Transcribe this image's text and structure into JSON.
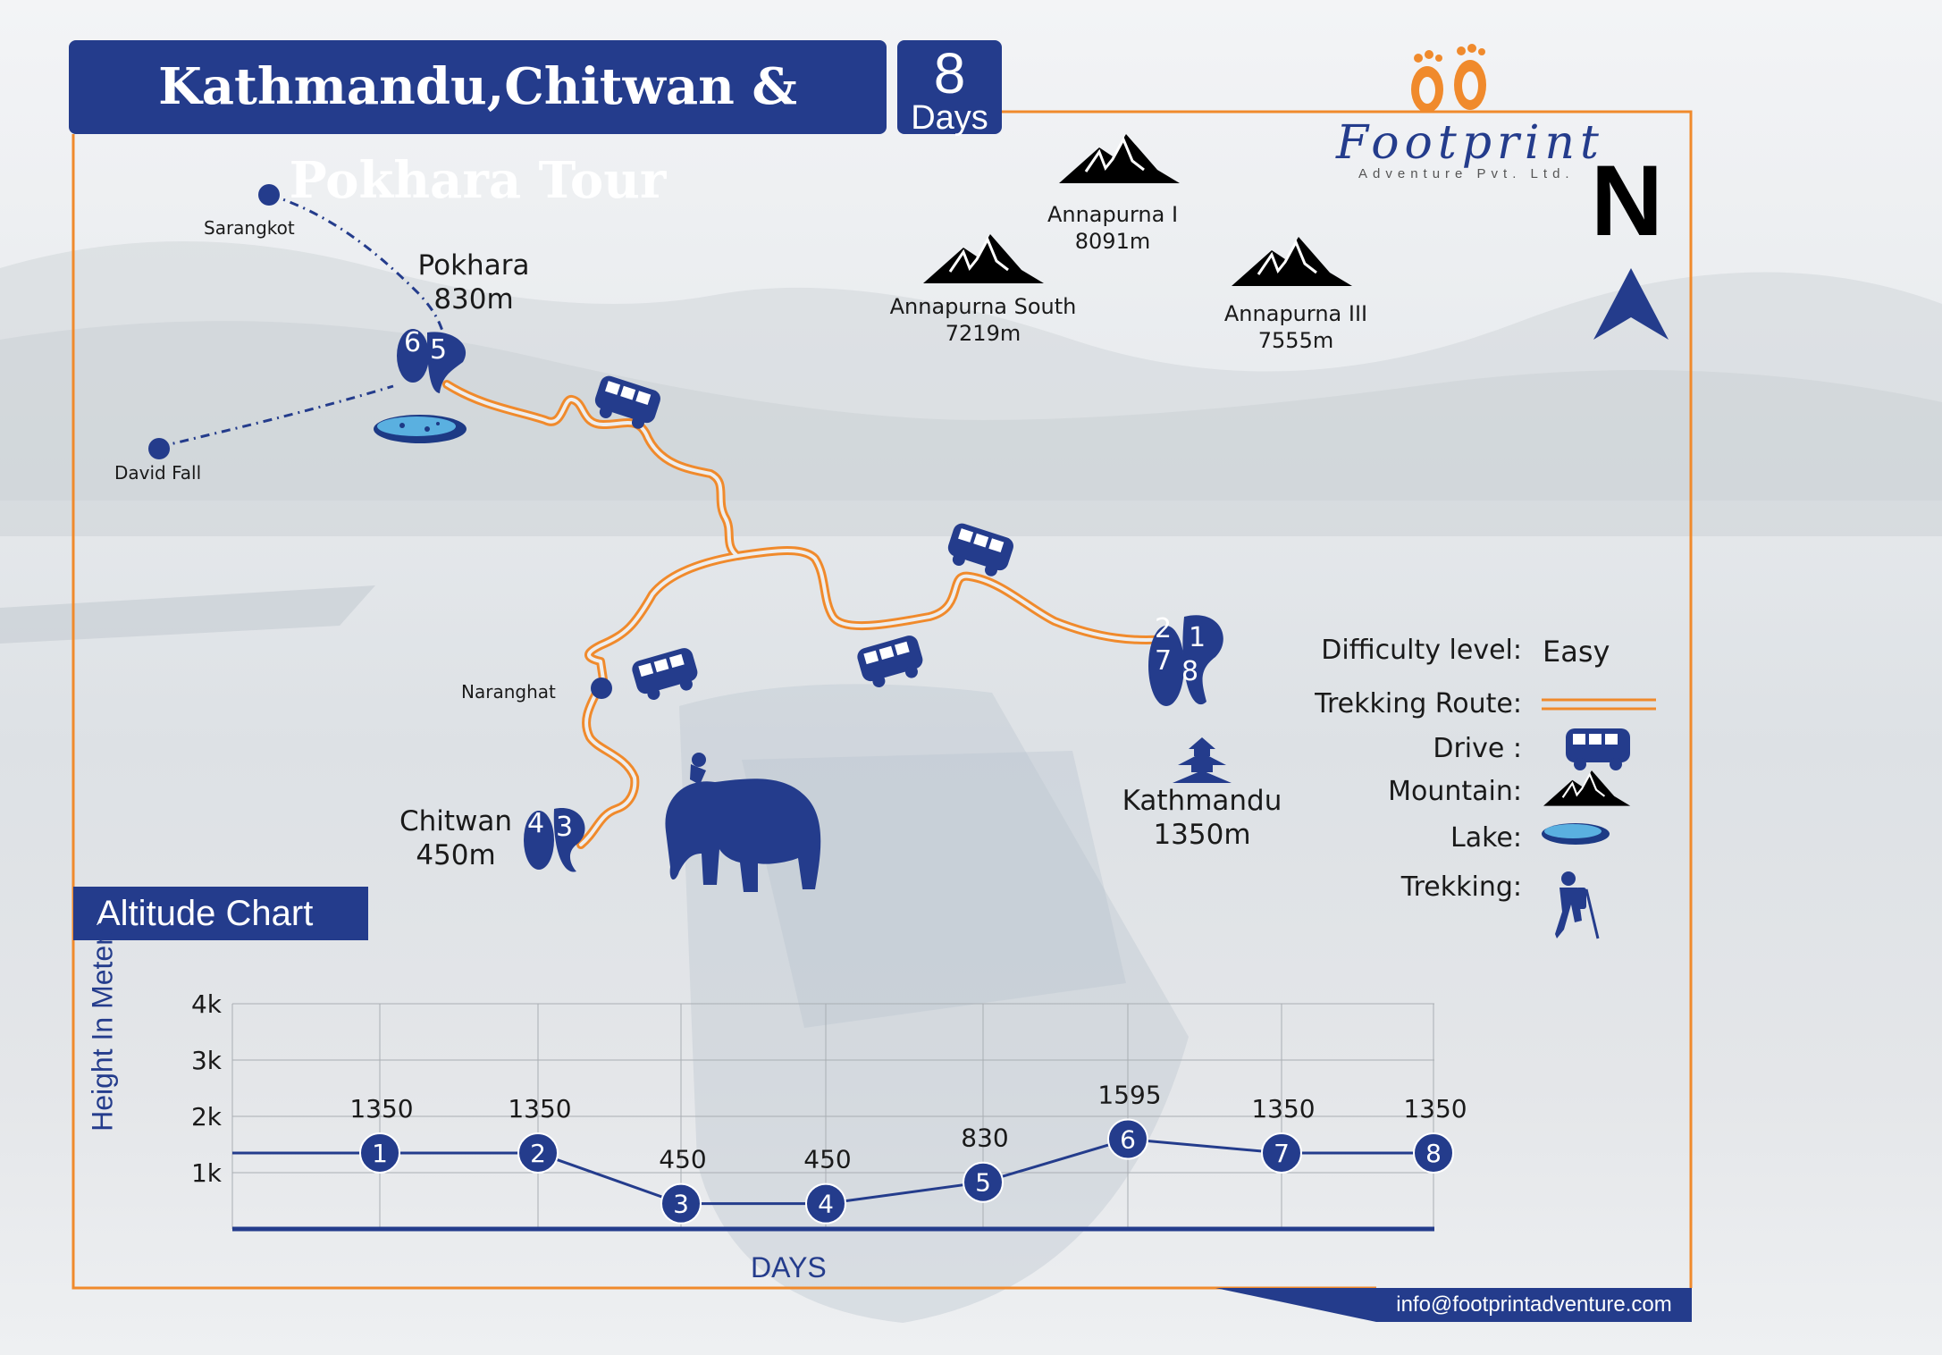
{
  "title": "Kathmandu,Chitwan & Pokhara Tour",
  "duration": {
    "number": "8",
    "unit": "Days"
  },
  "brand": {
    "name": "Footprint",
    "subtitle": "Adventure Pvt. Ltd."
  },
  "north_label": "N",
  "places": {
    "sarangkot": "Sarangkot",
    "david_fall": "David Fall",
    "pokhara": {
      "name": "Pokhara",
      "altitude": "830m"
    },
    "naranghat": "Naranghat",
    "chitwan": {
      "name": "Chitwan",
      "altitude": "450m"
    },
    "kathmandu": {
      "name": "Kathmandu",
      "altitude": "1350m"
    }
  },
  "mountains": [
    {
      "name": "Annapurna I",
      "altitude": "8091m"
    },
    {
      "name": "Annapurna South",
      "altitude": "7219m"
    },
    {
      "name": "Annapurna III",
      "altitude": "7555m"
    }
  ],
  "stop_days": {
    "pokhara": [
      "6",
      "5"
    ],
    "kathmandu": [
      "2",
      "1",
      "7",
      "8"
    ],
    "chitwan": [
      "4",
      "3"
    ]
  },
  "legend": {
    "difficulty_label": "Difficulty level:",
    "difficulty_value": "Easy",
    "route_label": "Trekking Route:",
    "drive_label": "Drive :",
    "mountain_label": "Mountain:",
    "lake_label": "Lake:",
    "trekking_label": "Trekking:"
  },
  "altitude_chart_title": "Altitude Chart",
  "chart_data": {
    "type": "line",
    "ylabel": "Height In Meters",
    "xlabel": "DAYS",
    "yticks": [
      "4k",
      "3k",
      "2k",
      "1k"
    ],
    "ylim": [
      0,
      4000
    ],
    "x": [
      1,
      2,
      3,
      4,
      5,
      6,
      7,
      8
    ],
    "values": [
      1350,
      1350,
      450,
      450,
      830,
      1595,
      1350,
      1350
    ],
    "value_labels": [
      "1350",
      "1350",
      "450",
      "450",
      "830",
      "1595",
      "1350",
      "1350"
    ],
    "point_labels": [
      "1",
      "2",
      "3",
      "4",
      "5",
      "6",
      "7",
      "8"
    ]
  },
  "contact_email": "info@footprintadventure.com",
  "colors": {
    "primary": "#243c8c",
    "route": "#f08a2c",
    "logo_orange": "#f08a2c"
  }
}
